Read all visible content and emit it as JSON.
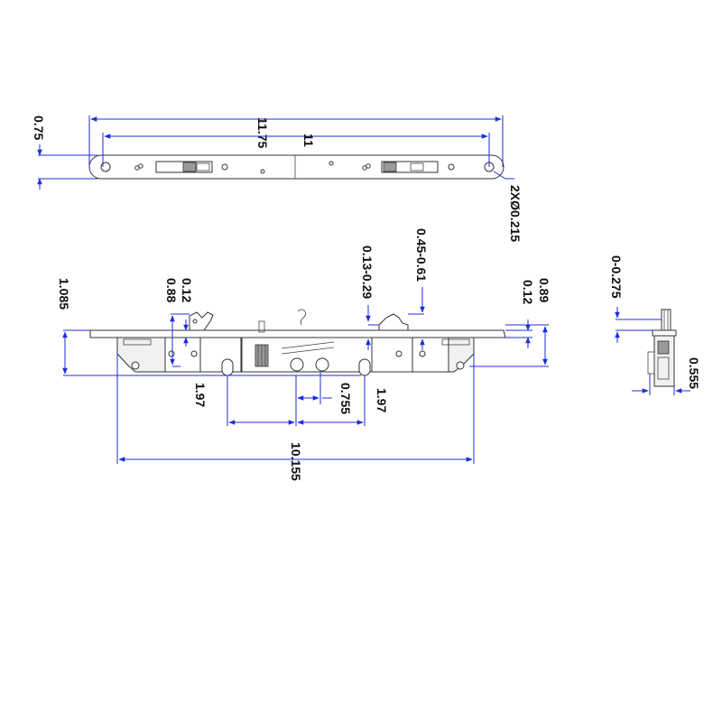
{
  "top_view": {
    "overall_length": "11.75",
    "hole_spacing": "11",
    "plate_width": "0.75",
    "hole_callout": "2XØ0.215"
  },
  "front_view": {
    "faceplate_offset": "1.085",
    "hook_height_left": "0.88",
    "hook_offset_left": "0.12",
    "hook_adjust_range": "0.13-0.29",
    "hook_throw_range": "0.45-0.61",
    "hook_offset_right": "0.12",
    "hook_height_right": "0.89",
    "spindle_to_left_slot": "1.97",
    "spindle_to_cylinder": "0.755",
    "spindle_to_right_slot": "1.97",
    "case_length": "10.155"
  },
  "side_view": {
    "hook_projection": "0-0.275",
    "depth": "0.555"
  }
}
